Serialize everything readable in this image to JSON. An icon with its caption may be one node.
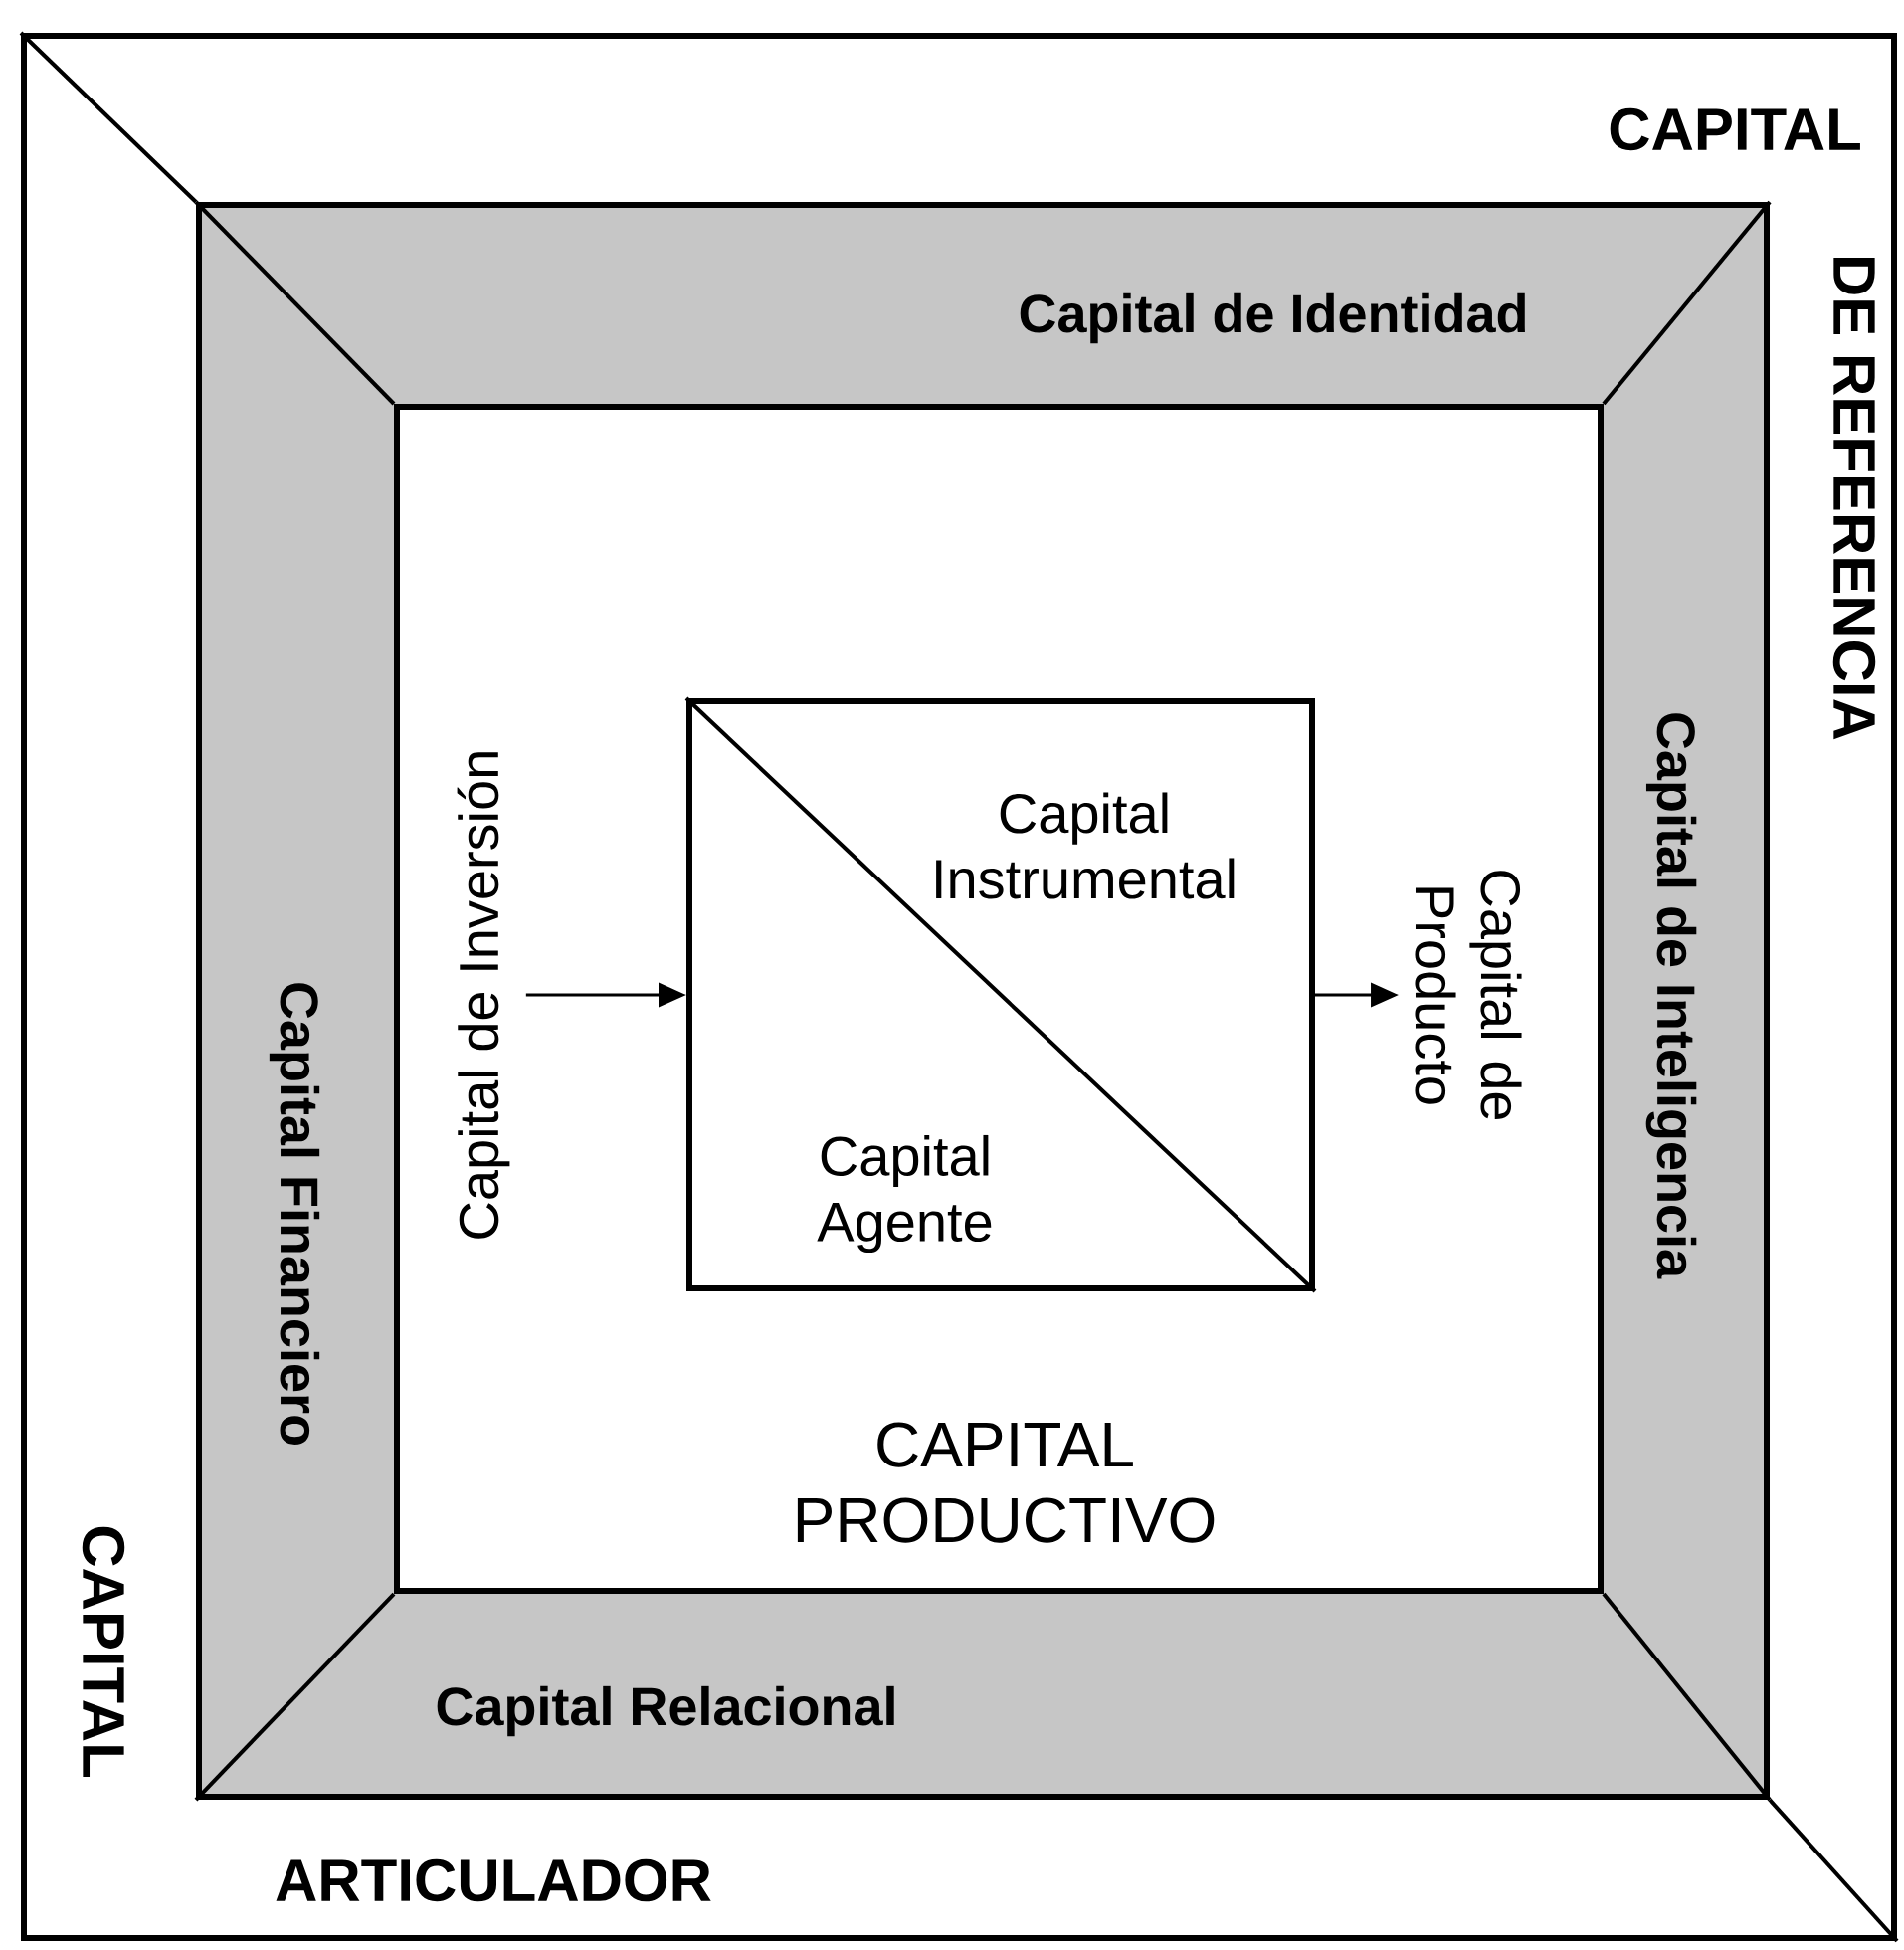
{
  "diagram": {
    "nodes": [
      {
        "text": [
          "CAPITAL",
          "DE REFERENCIA",
          "CAPITAL",
          "ARTICULADOR"
        ]
      },
      {
        "text": [
          "Capital de Identidad",
          "Capital de Inteligencia",
          "Capital Relacional",
          "Capital Financiero"
        ],
        "in": 0
      },
      {
        "text": [
          "CAPITAL PRODUCTIVO"
        ],
        "in": 1
      },
      {
        "text": [
          "Capital de Inversión"
        ],
        "in": 2
      },
      {
        "text": [
          "Capital Instrumental",
          "Capital Agente"
        ],
        "in": 2
      },
      {
        "text": [
          "Capital de Producto"
        ],
        "in": 2
      }
    ],
    "edges": [
      {
        "from": 3,
        "to": 4,
        "arrow": "to"
      },
      {
        "from": 4,
        "to": 5,
        "arrow": "to"
      }
    ]
  }
}
